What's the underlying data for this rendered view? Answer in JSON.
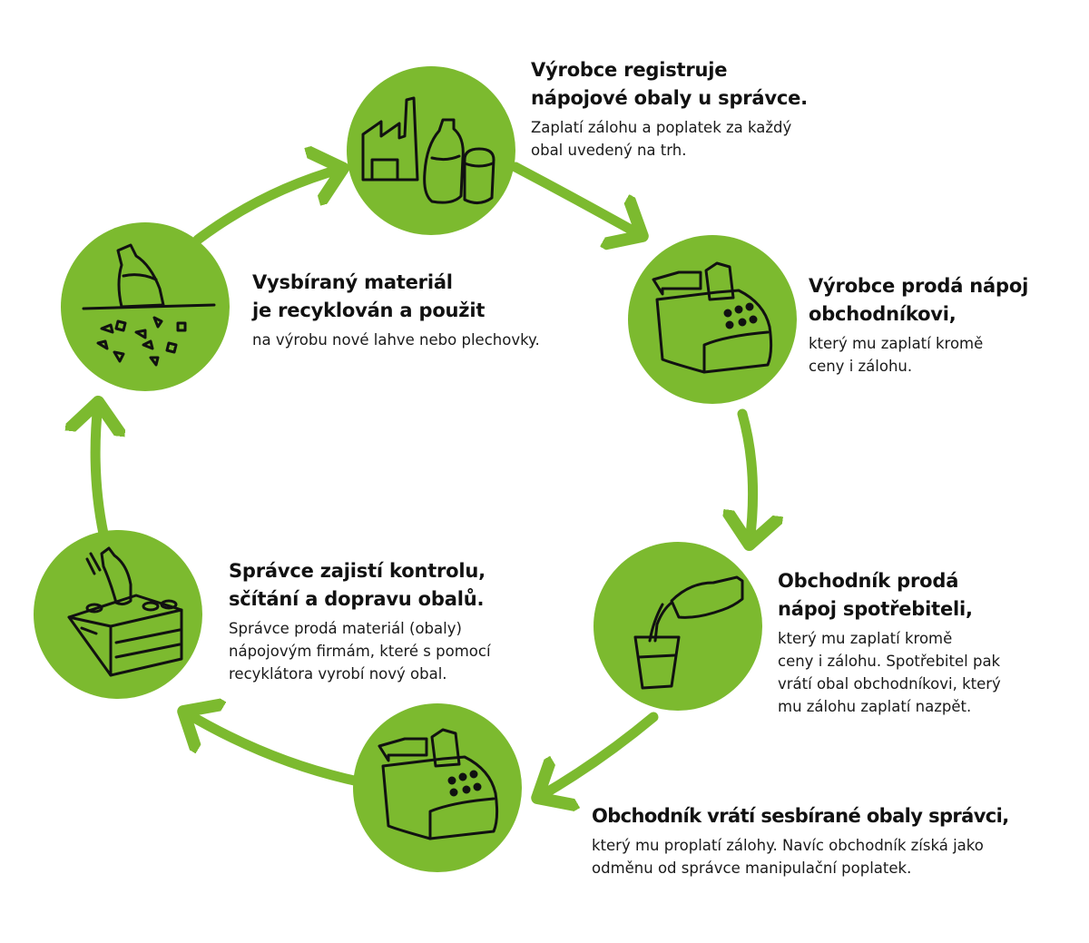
{
  "colors": {
    "accent": "#7cba2f",
    "ink": "#111111",
    "background": "#ffffff"
  },
  "steps": [
    {
      "id": "register",
      "icon": "factory-bottle-can-icon",
      "title_lines": [
        "Výrobce registruje",
        "nápojové obaly u správce."
      ],
      "desc_lines": [
        "Zaplatí zálohu a poplatek za každý",
        "obal uvedený na trh."
      ]
    },
    {
      "id": "sell-to-retailer",
      "icon": "cash-register-icon",
      "title_lines": [
        "Výrobce prodá nápoj",
        "obchodníkovi,"
      ],
      "desc_lines": [
        "který mu zaplatí kromě",
        "ceny i zálohu."
      ]
    },
    {
      "id": "sell-to-consumer",
      "icon": "bottle-pouring-glass-icon",
      "title_lines": [
        "Obchodník prodá",
        "nápoj spotřebiteli,"
      ],
      "desc_lines": [
        "který mu zaplatí kromě",
        "ceny i zálohu. Spotřebitel pak",
        "vrátí obal obchodníkovi, který",
        "mu zálohu zaplatí nazpět."
      ]
    },
    {
      "id": "return-to-administrator",
      "icon": "cash-register-icon",
      "title_lines": [
        "Obchodník vrátí sesbírané obaly správci,"
      ],
      "desc_lines": [
        "který mu proplatí zálohy. Navíc obchodník získá jako",
        "odměnu od správce manipulační poplatek."
      ]
    },
    {
      "id": "control-count-transport",
      "icon": "collection-crate-icon",
      "title_lines": [
        "Správce zajistí kontrolu,",
        "sčítání a dopravu obalů."
      ],
      "desc_lines": [
        "Správce prodá materiál (obaly)",
        "nápojovým firmám, které s pomocí",
        "recyklátora vyrobí nový obal."
      ]
    },
    {
      "id": "recycle",
      "icon": "bottle-shredding-icon",
      "title_lines": [
        "Vysbíraný materiál",
        "je recyklován a použit"
      ],
      "desc_lines": [
        "na výrobu nové lahve nebo plechovky."
      ]
    }
  ]
}
